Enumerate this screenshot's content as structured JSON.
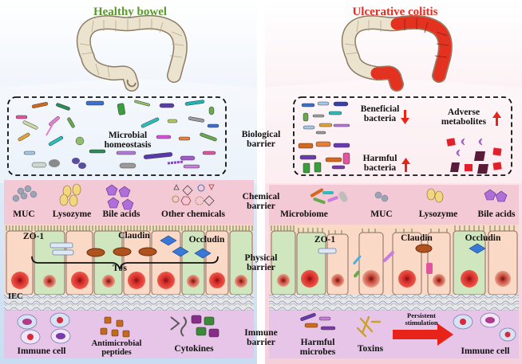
{
  "titles": {
    "left": "Healthy bowel",
    "right": "Ulcerative colitis"
  },
  "barriers": {
    "biological": [
      "Biological",
      "barrier"
    ],
    "chemical": [
      "Chemical",
      "barrier"
    ],
    "physical": [
      "Physical",
      "barrier"
    ],
    "immune": [
      "Immune",
      "barrier"
    ]
  },
  "healthy": {
    "microbial": [
      "Microbial",
      "homeostasis"
    ],
    "chemical_labels": [
      "MUC",
      "Lysozyme",
      "Bile acids",
      "Other chemicals"
    ],
    "physical_labels": {
      "zo1": "ZO-1",
      "claudin": "Claudin",
      "occludin": "Occludin",
      "tjs": "TJs",
      "iec": "IEC"
    },
    "immune_labels": {
      "cell": "Immune cell",
      "amp": [
        "Antimicrobial",
        "peptides"
      ],
      "cytokines": "Cytokines"
    }
  },
  "colitis": {
    "beneficial": [
      "Beneficial",
      "bacteria"
    ],
    "harmful": [
      "Harmful",
      "bacteria"
    ],
    "adverse": [
      "Adverse",
      "metabolites"
    ],
    "chemical_labels": [
      "Microbiome",
      "MUC",
      "Lysozyme",
      "Bile acids"
    ],
    "physical_labels": {
      "zo1": "ZO-1",
      "claudin": "Claudin",
      "occludin": "Occludin"
    },
    "immune_labels": {
      "microbes": [
        "Harmful",
        "microbes"
      ],
      "toxins": "Toxins",
      "persistent": [
        "Persistent",
        "stimulation"
      ],
      "cell": "Immune cell"
    }
  },
  "colors": {
    "healthy_colon": "#ece3cf",
    "colitis_colon": "#e3321f",
    "healthy_title": "#5b9a2a",
    "colitis_title": "#e52e21",
    "chemical_band": "#f4c9d6",
    "epithelium": "#fbd9c7",
    "goblet": "#cfe6bf",
    "immune_band": "#e7c5e8",
    "arrow_red": "#e8231a"
  }
}
